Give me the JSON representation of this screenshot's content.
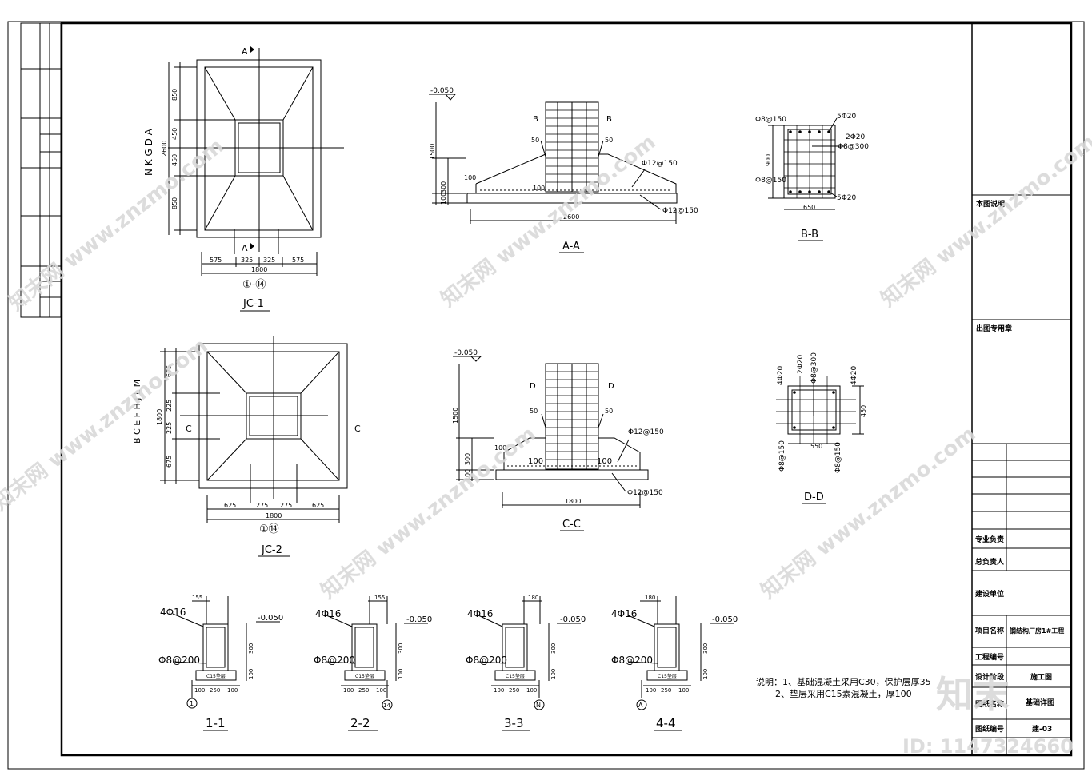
{
  "drawings": {
    "jc1": {
      "title": "JC-1",
      "grid": "①-⑭",
      "width": "1800",
      "height": "2600",
      "dims_h": [
        "575",
        "325",
        "325",
        "575"
      ],
      "dims_v": [
        "850",
        "450",
        "450",
        "850"
      ],
      "axes": "N K G D A",
      "section_mark": "A"
    },
    "jc2": {
      "title": "JC-2",
      "grid": "①⑭",
      "width": "1800",
      "height": "1800",
      "dims_h": [
        "625",
        "275",
        "275",
        "625"
      ],
      "dims_v": [
        "675",
        "225",
        "225",
        "675"
      ],
      "axes": "B C E F H J L M",
      "section_mark": "C"
    },
    "aa": {
      "title": "A-A",
      "elev": "-0.050",
      "h1500": "1500",
      "h100": "100",
      "h300": "300",
      "h100b": "100",
      "w2600": "2600",
      "d50a": "50",
      "d50b": "50",
      "d100": "100",
      "rebar_top": "Φ12@150",
      "rebar_bot": "Φ12@150",
      "mark": "B"
    },
    "bb": {
      "title": "B-B",
      "r1": "5Φ20",
      "r2": "2Φ20",
      "r3": "Φ8@300",
      "r4": "Φ8@150",
      "r5": "Φ8@150",
      "r6": "5Φ20",
      "h": "900",
      "w": "650"
    },
    "cc": {
      "title": "C-C",
      "elev": "-0.050",
      "h1500": "1500",
      "h100": "100",
      "h300": "300",
      "h100b": "100",
      "w1800": "1800",
      "d50a": "50",
      "d50b": "50",
      "d100a": "100",
      "d100b": "100",
      "rebar_top": "Φ12@150",
      "rebar_bot": "Φ12@150",
      "mark": "D"
    },
    "dd": {
      "title": "D-D",
      "r1": "4Φ20",
      "r2": "2Φ20",
      "r3": "Φ8@300",
      "r4": "4Φ20",
      "r5": "Φ8@150",
      "r6": "Φ8@150",
      "h": "450",
      "w": "550"
    },
    "s1": {
      "title": "1-1",
      "top": "155",
      "bar": "4Φ16",
      "stir": "Φ8@200",
      "elev": "-0.050",
      "h": "300",
      "hb": "100",
      "pad": "C15垫层",
      "b1": "100",
      "b2": "250",
      "b3": "100",
      "axis": "1"
    },
    "s2": {
      "title": "2-2",
      "top": "155",
      "bar": "4Φ16",
      "stir": "Φ8@200",
      "elev": "-0.050",
      "h": "300",
      "hb": "100",
      "pad": "C15垫层",
      "b1": "100",
      "b2": "250",
      "b3": "100",
      "axis": "14"
    },
    "s3": {
      "title": "3-3",
      "top": "180",
      "bar": "4Φ16",
      "stir": "Φ8@200",
      "elev": "-0.050",
      "h": "300",
      "hb": "100",
      "pad": "C15垫层",
      "b1": "100",
      "b2": "250",
      "b3": "100",
      "axis": "N"
    },
    "s4": {
      "title": "4-4",
      "top": "180",
      "bar": "4Φ16",
      "stir": "Φ8@200",
      "elev": "-0.050",
      "h": "300",
      "hb": "100",
      "pad": "C15垫层",
      "b1": "100",
      "b2": "250",
      "b3": "100",
      "axis": "A"
    }
  },
  "notes": {
    "line1": "说明：1、基础混凝土采用C30，保护层厚35",
    "line2": "2、垫层采用C15素混凝土，厚100"
  },
  "title_block": {
    "desc_label": "本图说明",
    "stamp_label": "出图专用章",
    "row_prof": "专业负责",
    "row_chief": "总负责人",
    "row_client": "建设单位",
    "row_project": "项目名称",
    "project_value": "钢结构厂房1#工程",
    "row_no": "工程编号",
    "row_stage": "设计阶段",
    "stage_value": "施工图",
    "row_name": "图纸名称",
    "name_value": "基础详图",
    "row_num": "图纸编号",
    "num_value": "建-03"
  },
  "watermark": {
    "text": "知末网 www.znzmo.com",
    "logo": "知末",
    "id": "ID: 1147324660"
  }
}
